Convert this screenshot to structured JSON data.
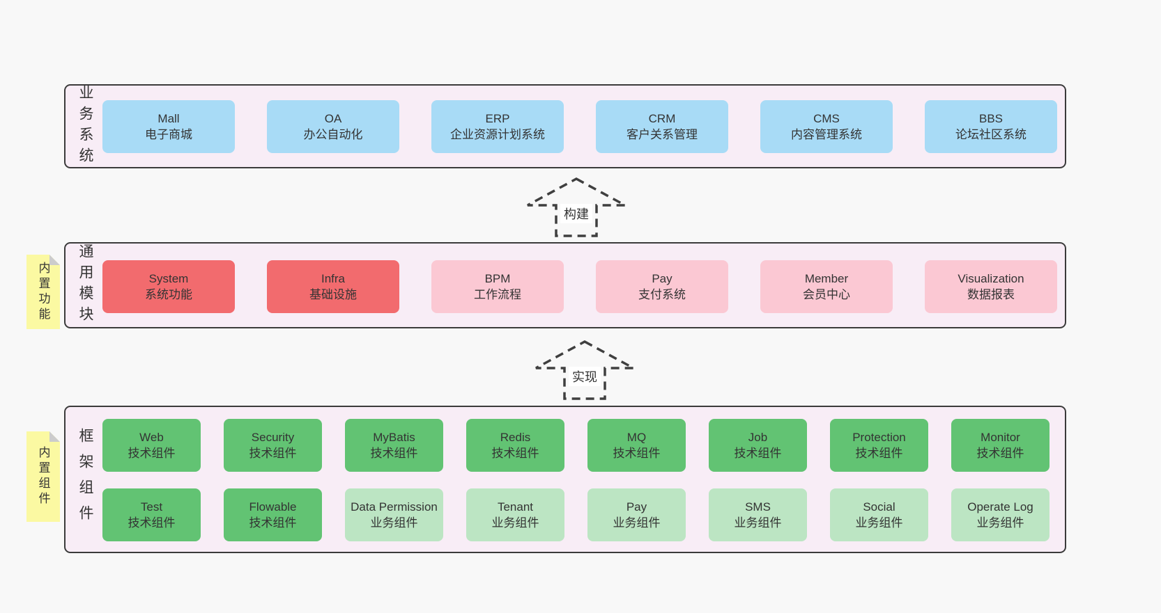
{
  "diagram": {
    "bands": [
      {
        "label": "业务系统",
        "boxes": [
          {
            "title": "Mall",
            "subtitle": "电子商城"
          },
          {
            "title": "OA",
            "subtitle": "办公自动化"
          },
          {
            "title": "ERP",
            "subtitle": "企业资源计划系统"
          },
          {
            "title": "CRM",
            "subtitle": "客户关系管理"
          },
          {
            "title": "CMS",
            "subtitle": "内容管理系统"
          },
          {
            "title": "BBS",
            "subtitle": "论坛社区系统"
          }
        ]
      },
      {
        "label": "通用模块",
        "sticky": "内置功能",
        "boxes": [
          {
            "title": "System",
            "subtitle": "系统功能"
          },
          {
            "title": "Infra",
            "subtitle": "基础设施"
          },
          {
            "title": "BPM",
            "subtitle": "工作流程"
          },
          {
            "title": "Pay",
            "subtitle": "支付系统"
          },
          {
            "title": "Member",
            "subtitle": "会员中心"
          },
          {
            "title": "Visualization",
            "subtitle": "数据报表"
          }
        ]
      },
      {
        "label": "框架组件",
        "sticky": "内置组件",
        "rows": [
          [
            {
              "title": "Web",
              "subtitle": "技术组件"
            },
            {
              "title": "Security",
              "subtitle": "技术组件"
            },
            {
              "title": "MyBatis",
              "subtitle": "技术组件"
            },
            {
              "title": "Redis",
              "subtitle": "技术组件"
            },
            {
              "title": "MQ",
              "subtitle": "技术组件"
            },
            {
              "title": "Job",
              "subtitle": "技术组件"
            },
            {
              "title": "Protection",
              "subtitle": "技术组件"
            },
            {
              "title": "Monitor",
              "subtitle": "技术组件"
            }
          ],
          [
            {
              "title": "Test",
              "subtitle": "技术组件"
            },
            {
              "title": "Flowable",
              "subtitle": "技术组件"
            },
            {
              "title": "Data Permission",
              "subtitle": "业务组件"
            },
            {
              "title": "Tenant",
              "subtitle": "业务组件"
            },
            {
              "title": "Pay",
              "subtitle": "业务组件"
            },
            {
              "title": "SMS",
              "subtitle": "业务组件"
            },
            {
              "title": "Social",
              "subtitle": "业务组件"
            },
            {
              "title": "Operate Log",
              "subtitle": "业务组件"
            }
          ]
        ]
      }
    ],
    "arrows": [
      {
        "label": "构建"
      },
      {
        "label": "实现"
      }
    ],
    "colors": {
      "page_bg": "#f8f8f8",
      "band_bg": "#f8edf6",
      "band_border": "#3b3b3b",
      "blue": "#a8dbf6",
      "red": "#f26b6e",
      "pink": "#fbc8d3",
      "green": "#62c373",
      "green_light": "#bce5c3",
      "sticky_yellow": "#fbf9a2",
      "sticky_fold": "#cccccc",
      "text": "#333333"
    }
  }
}
